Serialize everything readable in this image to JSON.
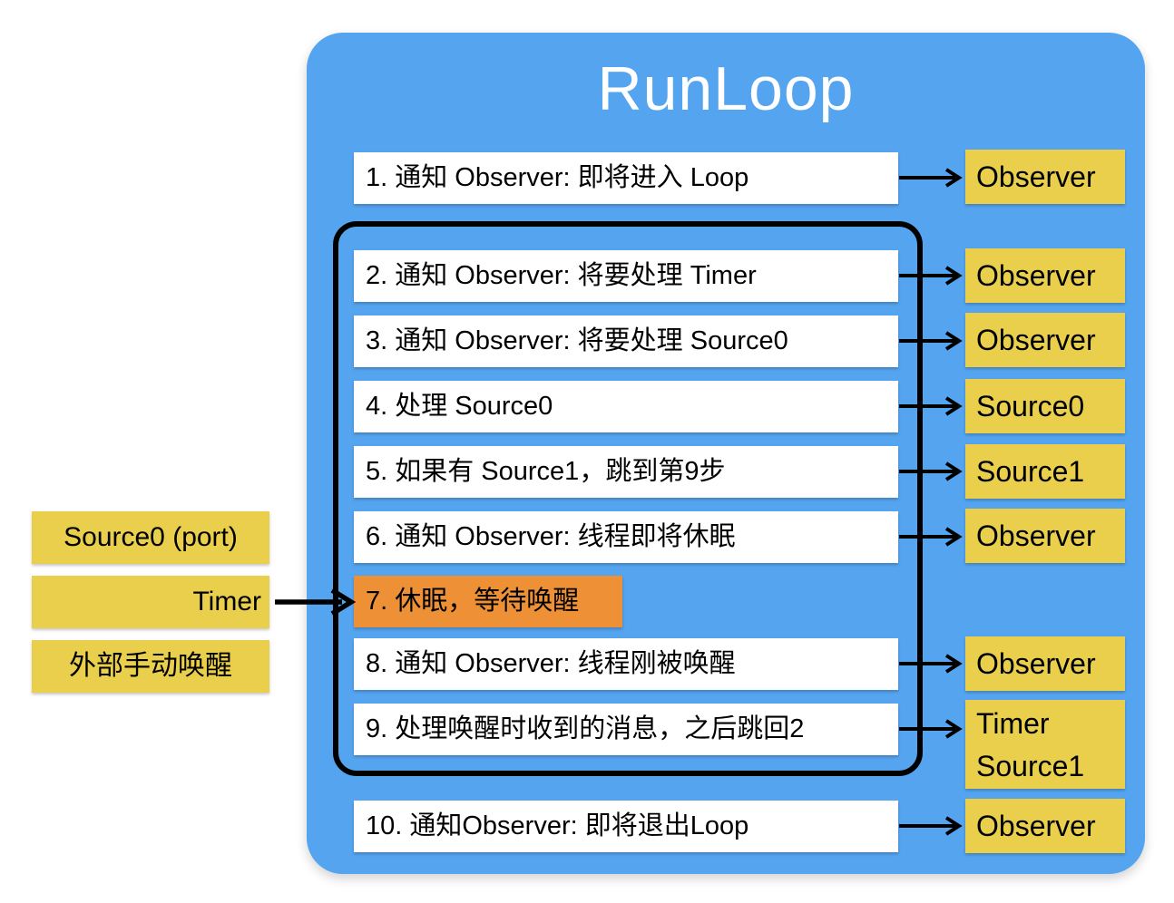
{
  "diagram": {
    "title": "RunLoop",
    "colors": {
      "container": "#55A4F0",
      "step_box": "#FFFFFF",
      "highlight_box": "#ED9036",
      "target_box": "#E9CF4B",
      "arrow": "#000000",
      "title_text": "#FFFFFF"
    },
    "steps": [
      {
        "text": "1. 通知 Observer: 即将进入 Loop",
        "target": "Observer"
      },
      {
        "text": "2. 通知 Observer: 将要处理 Timer",
        "target": "Observer"
      },
      {
        "text": "3. 通知 Observer: 将要处理 Source0",
        "target": "Observer"
      },
      {
        "text": "4. 处理 Source0",
        "target": "Source0"
      },
      {
        "text": "5. 如果有 Source1，跳到第9步",
        "target": "Source1"
      },
      {
        "text": "6. 通知 Observer: 线程即将休眠",
        "target": "Observer"
      },
      {
        "text": "7. 休眠，等待唤醒",
        "target": "",
        "highlighted": true
      },
      {
        "text": "8. 通知 Observer: 线程刚被唤醒",
        "target": "Observer"
      },
      {
        "text": "9. 处理唤醒时收到的消息，之后跳回2",
        "target_lines": [
          "Timer",
          "Source1"
        ]
      },
      {
        "text": "10. 通知Observer: 即将退出Loop",
        "target": "Observer"
      }
    ],
    "wake_sources": [
      {
        "text": "Source0 (port)"
      },
      {
        "text": "Timer"
      },
      {
        "text": "外部手动唤醒"
      }
    ]
  }
}
